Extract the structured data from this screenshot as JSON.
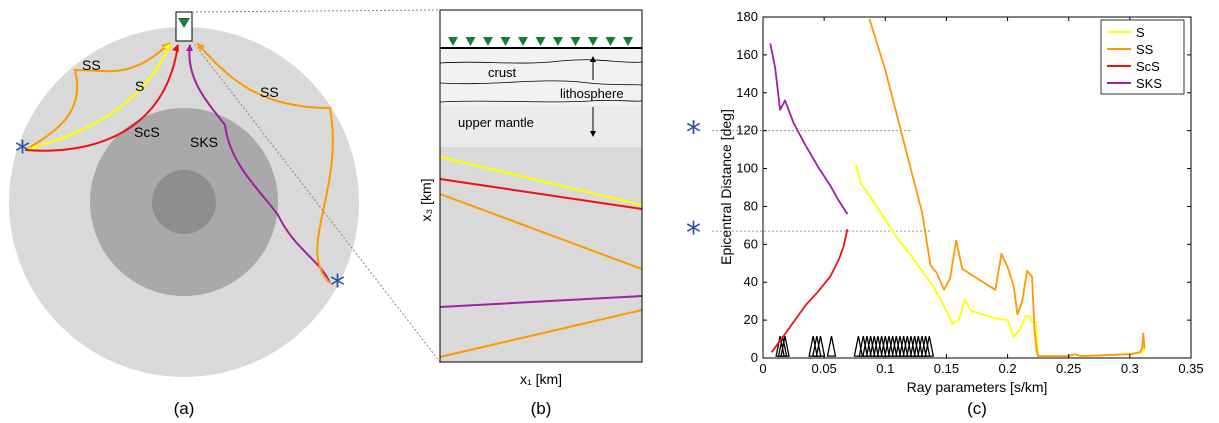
{
  "panel_a": {
    "labels": {
      "ss_left": "SS",
      "s": "S",
      "scs": "ScS",
      "sks": "SKS",
      "ss_right": "SS"
    },
    "caption": "(a)"
  },
  "panel_b": {
    "layer_labels": {
      "crust": "crust",
      "lithosphere": "lithosphere",
      "upper_mantle": "upper mantle"
    },
    "xlabel": "x₁ [km]",
    "ylabel": "x₃ [km]",
    "caption": "(b)"
  },
  "panel_c": {
    "caption": "(c)",
    "star_symbol": "*"
  },
  "colors": {
    "S": "#ffff00",
    "SS": "#ff9900",
    "ScS": "#ee1111",
    "SKS": "#a020a0",
    "star": "#2e4fa0"
  },
  "chart_data": {
    "type": "line",
    "xlabel": "Ray parameters [s/km]",
    "ylabel": "Epicentral Distance [deg]",
    "xlim": [
      0,
      0.35
    ],
    "ylim": [
      0,
      180
    ],
    "xticks": [
      "0",
      "0.05",
      "0.1",
      "0.15",
      "0.2",
      "0.25",
      "0.3",
      "0.35"
    ],
    "yticks": [
      "0",
      "20",
      "40",
      "60",
      "80",
      "100",
      "120",
      "140",
      "160",
      "180"
    ],
    "legend_position": "top-right",
    "series": [
      {
        "name": "S",
        "color": "#ffff00",
        "x": [
          0.076,
          0.08,
          0.09,
          0.1,
          0.11,
          0.12,
          0.13,
          0.14,
          0.15,
          0.155,
          0.16,
          0.165,
          0.17,
          0.18,
          0.19,
          0.2,
          0.205,
          0.21,
          0.215,
          0.218,
          0.22,
          0.223,
          0.225,
          0.25,
          0.255,
          0.26,
          0.3,
          0.31,
          0.312
        ],
        "y": [
          102,
          92,
          83,
          73,
          63,
          55,
          46,
          37,
          25,
          18,
          20,
          31,
          25,
          23,
          21,
          20,
          11,
          15,
          22,
          22,
          19,
          19,
          1,
          1,
          2,
          1,
          2,
          3,
          5
        ]
      },
      {
        "name": "SS",
        "color": "#ff9900",
        "x": [
          0.087,
          0.1,
          0.11,
          0.12,
          0.13,
          0.137,
          0.142,
          0.148,
          0.153,
          0.158,
          0.163,
          0.168,
          0.175,
          0.19,
          0.195,
          0.2,
          0.205,
          0.208,
          0.212,
          0.216,
          0.22,
          0.222,
          0.224,
          0.225,
          0.25,
          0.255,
          0.26,
          0.3,
          0.308,
          0.31,
          0.311,
          0.312
        ],
        "y": [
          179,
          152,
          127,
          102,
          77,
          49,
          45,
          36,
          42,
          62,
          47,
          45,
          42,
          36,
          55,
          48,
          38,
          23,
          30,
          46,
          43,
          15,
          3,
          1,
          1,
          2,
          1,
          2,
          3,
          5,
          13,
          5
        ]
      },
      {
        "name": "ScS",
        "color": "#ee1111",
        "x": [
          0.007,
          0.015,
          0.025,
          0.035,
          0.045,
          0.055,
          0.062,
          0.066,
          0.069
        ],
        "y": [
          3,
          10,
          19,
          28,
          35,
          43,
          52,
          59,
          68
        ]
      },
      {
        "name": "SKS",
        "color": "#a020a0",
        "x": [
          0.006,
          0.01,
          0.014,
          0.018,
          0.025,
          0.035,
          0.045,
          0.055,
          0.062,
          0.069
        ],
        "y": [
          166,
          153,
          131,
          136,
          124,
          112,
          101,
          91,
          83,
          76
        ]
      }
    ],
    "event_ray_parameters": [
      0.014,
      0.016,
      0.018,
      0.041,
      0.044,
      0.047,
      0.056,
      0.078,
      0.082,
      0.085,
      0.088,
      0.091,
      0.094,
      0.097,
      0.1,
      0.103,
      0.106,
      0.109,
      0.112,
      0.115,
      0.118,
      0.121,
      0.124,
      0.127,
      0.13,
      0.133,
      0.136
    ],
    "star_reference_distances": [
      120,
      67
    ],
    "star_reference_ray_parameters": [
      0.122,
      0.138
    ]
  }
}
